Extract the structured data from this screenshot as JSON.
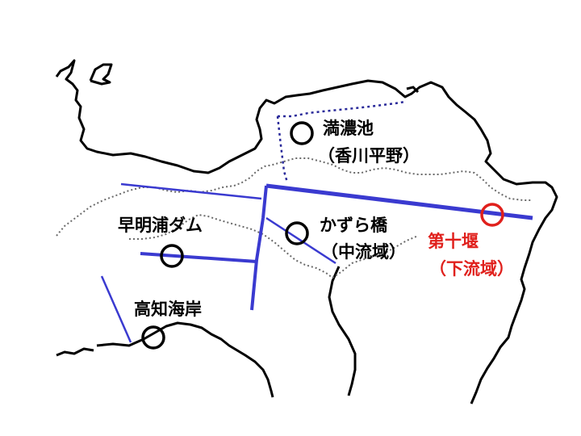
{
  "colors": {
    "background": "#ffffff",
    "coast": "#000000",
    "border": "#6a6a6a",
    "river": "#3a3ad0",
    "canal": "#2a2a9a",
    "site_marker": "#000000",
    "highlight_marker": "#e0201c"
  },
  "labels": {
    "manno_ike": "満濃池",
    "kagawa_heiya": "（香川平野）",
    "kazura_bashi": "かずら橋",
    "churyuiki": "（中流域）",
    "sameura_dam": "早明浦ダム",
    "kochi_kaigan": "高知海岸",
    "daiju_seki": "第十堰",
    "karyuiki": "（下流域）"
  },
  "markers": [
    {
      "id": "manno-ike-marker",
      "label": "満濃池",
      "highlight": false
    },
    {
      "id": "kazura-bashi-marker",
      "label": "かずら橋",
      "highlight": false
    },
    {
      "id": "sameura-dam-marker",
      "label": "早明浦ダム",
      "highlight": false
    },
    {
      "id": "kochi-kaigan-marker",
      "label": "高知海岸",
      "highlight": false
    },
    {
      "id": "daiju-seki-marker",
      "label": "第十堰",
      "highlight": true
    }
  ]
}
